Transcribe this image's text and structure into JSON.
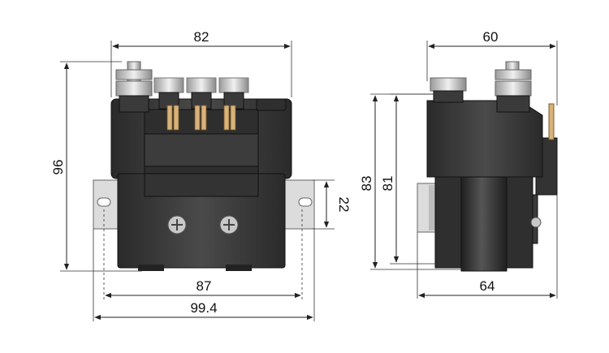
{
  "front_view": {
    "width_top": "82",
    "height": "96",
    "bracket_slot_height": "22",
    "mount_hole_spacing": "87",
    "bracket_width": "99.4"
  },
  "side_view": {
    "depth_top": "60",
    "height_outer": "83",
    "height_inner": "81",
    "depth_bottom": "64"
  },
  "colors": {
    "housing": "#3a3a3a",
    "housing_dark": "#2b2b2b",
    "bracket": "#d9d9d9",
    "terminal_metal": "#c8c8c8",
    "copper": "#d7b27a",
    "line": "#222222"
  }
}
